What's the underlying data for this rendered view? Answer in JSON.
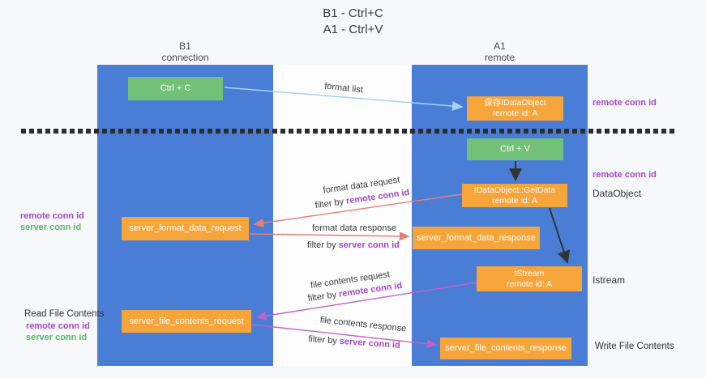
{
  "title": {
    "line1": "B1 - Ctrl+C",
    "line2": "A1 - Ctrl+V"
  },
  "lanes": {
    "left": {
      "title": "B1",
      "subtitle": "connection"
    },
    "right": {
      "title": "A1",
      "subtitle": "remote"
    }
  },
  "nodes": {
    "ctrl_c": {
      "label": "Ctrl + C"
    },
    "save_dataobject": {
      "line1": "保存IDataObject",
      "line2": "remote id: A"
    },
    "ctrl_v": {
      "label": "Ctrl + V"
    },
    "getdata": {
      "line1": "IDataObject::GetData",
      "line2": "remote id: A"
    },
    "server_format_data_request": {
      "label": "server_format_data_request"
    },
    "server_format_data_response": {
      "label": "server_format_data_response"
    },
    "istream": {
      "line1": "IStream",
      "line2": "remote id: A"
    },
    "server_file_contents_request": {
      "label": "server_file_contents_request"
    },
    "server_file_contents_response": {
      "label": "server_file_contents_response"
    }
  },
  "edge_labels": {
    "format_list": "format list",
    "format_data_request": "format data request",
    "format_data_response": "format data response",
    "file_contents_request": "file contents request",
    "file_contents_response": "file contents response",
    "filter_by": "filter by ",
    "remote_conn_id": "remote conn id",
    "server_conn_id": "server conn id"
  },
  "annotations": {
    "remote_conn_id": "remote conn id",
    "server_conn_id": "server conn id",
    "dataobject": "DataObject",
    "istream": "Istream",
    "read_file_contents": "Read File Contents",
    "write_file_contents": "Write File Contents"
  },
  "colors": {
    "lane_blue": "#4a7dd6",
    "box_orange": "#f6a53b",
    "box_green": "#73c078",
    "arrow_blue": "#a5d3f2",
    "arrow_salmon": "#e87e72",
    "arrow_magenta": "#c45fc8",
    "arrow_black": "#333333",
    "label_purple": "#a347c9",
    "label_green": "#58b868"
  }
}
